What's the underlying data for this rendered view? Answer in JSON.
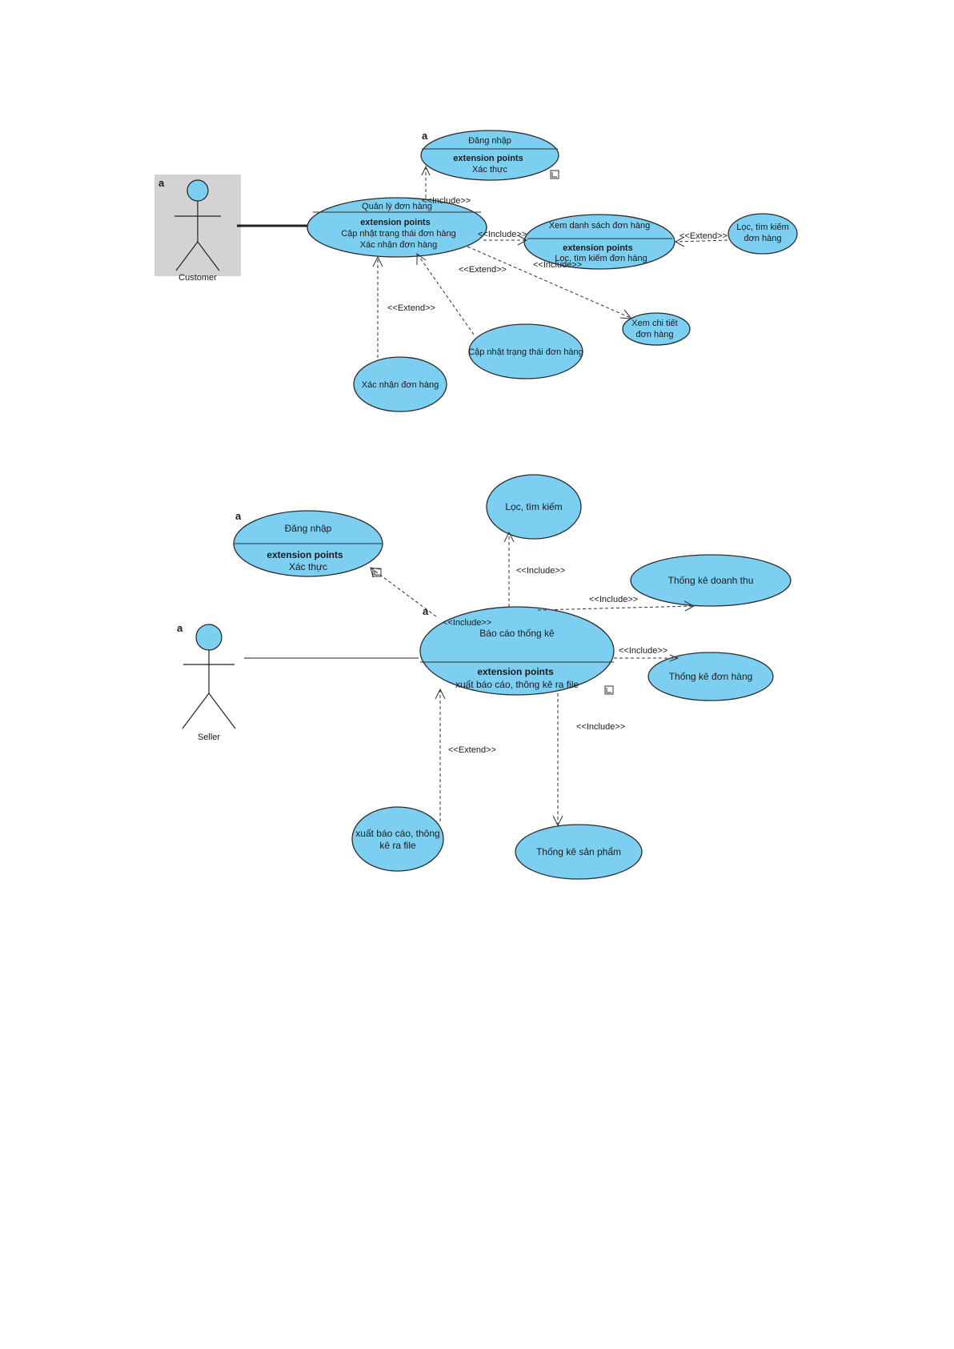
{
  "diagram1": {
    "actor": {
      "name": "Customer",
      "tag": "a"
    },
    "login": {
      "title": "Đăng nhập",
      "ext_header": "extension points",
      "ext_point": "Xác thực",
      "tag": "a"
    },
    "manage": {
      "title": "Quản lý đơn hàng",
      "ext_header": "extension points",
      "ext_point_1": "Cập nhật trạng thái đơn hàng",
      "ext_point_2": "Xác nhận đơn hàng"
    },
    "view_list": {
      "title": "Xem danh sách đơn hàng",
      "ext_header": "extension points",
      "ext_point": "Lọc, tìm kiếm đơn hàng"
    },
    "filter": {
      "line1": "Lọc, tìm kiếm",
      "line2": "đơn hàng"
    },
    "detail": {
      "line1": "Xem chi tiết",
      "line2": "đơn hàng"
    },
    "update_status": {
      "title": "Cập nhật trạng thái đơn hàng"
    },
    "confirm": {
      "title": "Xác nhận đơn hàng"
    },
    "labels": {
      "include_login": "<<Include>>",
      "include_list": "<<Include>>",
      "extend_filter": "<<Extend>>",
      "include_detail": "<<Include>>",
      "extend_update": "<<Extend>>",
      "extend_confirm": "<<Extend>>"
    }
  },
  "diagram2": {
    "actor": {
      "name": "Seller",
      "tag": "a"
    },
    "login": {
      "title": "Đăng nhập",
      "ext_header": "extension points",
      "ext_point": "Xác thực",
      "tag": "a"
    },
    "report": {
      "title": "Báo cáo thống kê",
      "ext_header": "extension points",
      "ext_point": "xuất báo cáo, thông kê ra file",
      "tag": "a"
    },
    "filter": {
      "title": "Lọc, tìm kiếm"
    },
    "revenue": {
      "title": "Thống kê doanh thu"
    },
    "orders": {
      "title": "Thống kê đơn hàng"
    },
    "products": {
      "title": "Thống kê sản phẩm"
    },
    "export": {
      "line1": "xuất báo cáo, thông",
      "line2": "kê ra file"
    },
    "labels": {
      "include_login": "<<Include>>",
      "include_filter": "<<Include>>",
      "include_revenue": "<<Include>>",
      "include_orders": "<<Include>>",
      "include_products": "<<Include>>",
      "extend_export": "<<Extend>>"
    }
  },
  "colors": {
    "usecase_fill": "#7dcff2",
    "actor_box": "#d3d3d3",
    "line": "#2b2b2b"
  }
}
